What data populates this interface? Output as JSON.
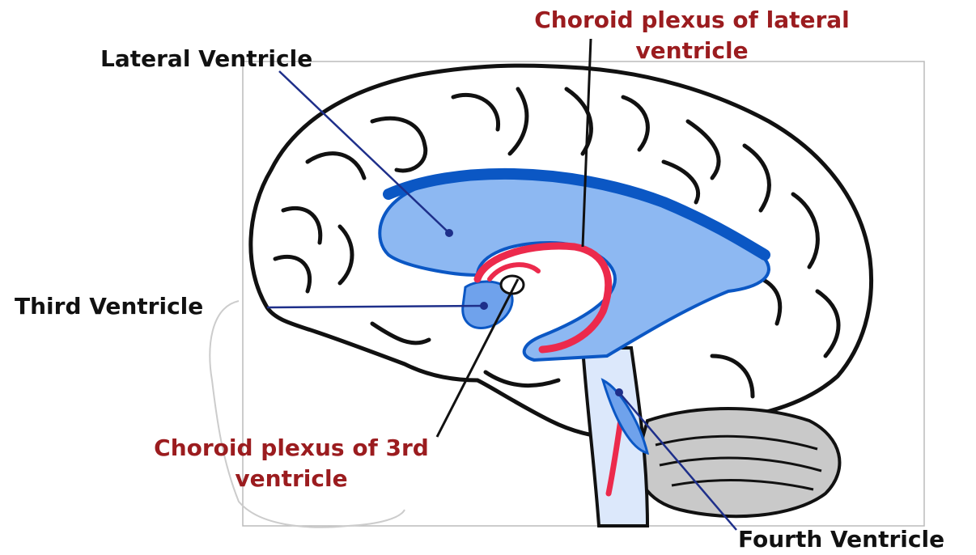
{
  "labels": {
    "lateral_ventricle": "Lateral Ventricle",
    "choroid_lateral_line1": "Choroid plexus of lateral",
    "choroid_lateral_line2": "ventricle",
    "third_ventricle": "Third Ventricle",
    "choroid_3rd_line1": "Choroid plexus of 3rd",
    "choroid_3rd_line2": "ventricle",
    "fourth_ventricle": "Fourth Ventricle"
  },
  "colors": {
    "label_dark": "#111111",
    "label_red": "#9b1c1f",
    "ventricle_fill": "#8db8f2",
    "ventricle_edge": "#0b57c4",
    "choroid_plexus": "#ec2a4c",
    "brain_outline": "#111111",
    "cerebellum": "#c9c9c9",
    "leader_line_blue": "#1e2f8a"
  }
}
